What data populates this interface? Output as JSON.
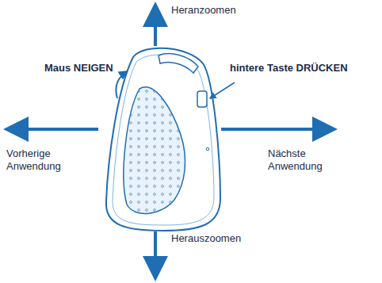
{
  "diagram": {
    "labels": [
      "Heranzoomen",
      "Maus NEIGEN",
      "hintere Taste DRÜCKEN",
      "Vorherige Anwendung",
      "Nächste Anwendung",
      "Herauszoomen"
    ]
  }
}
